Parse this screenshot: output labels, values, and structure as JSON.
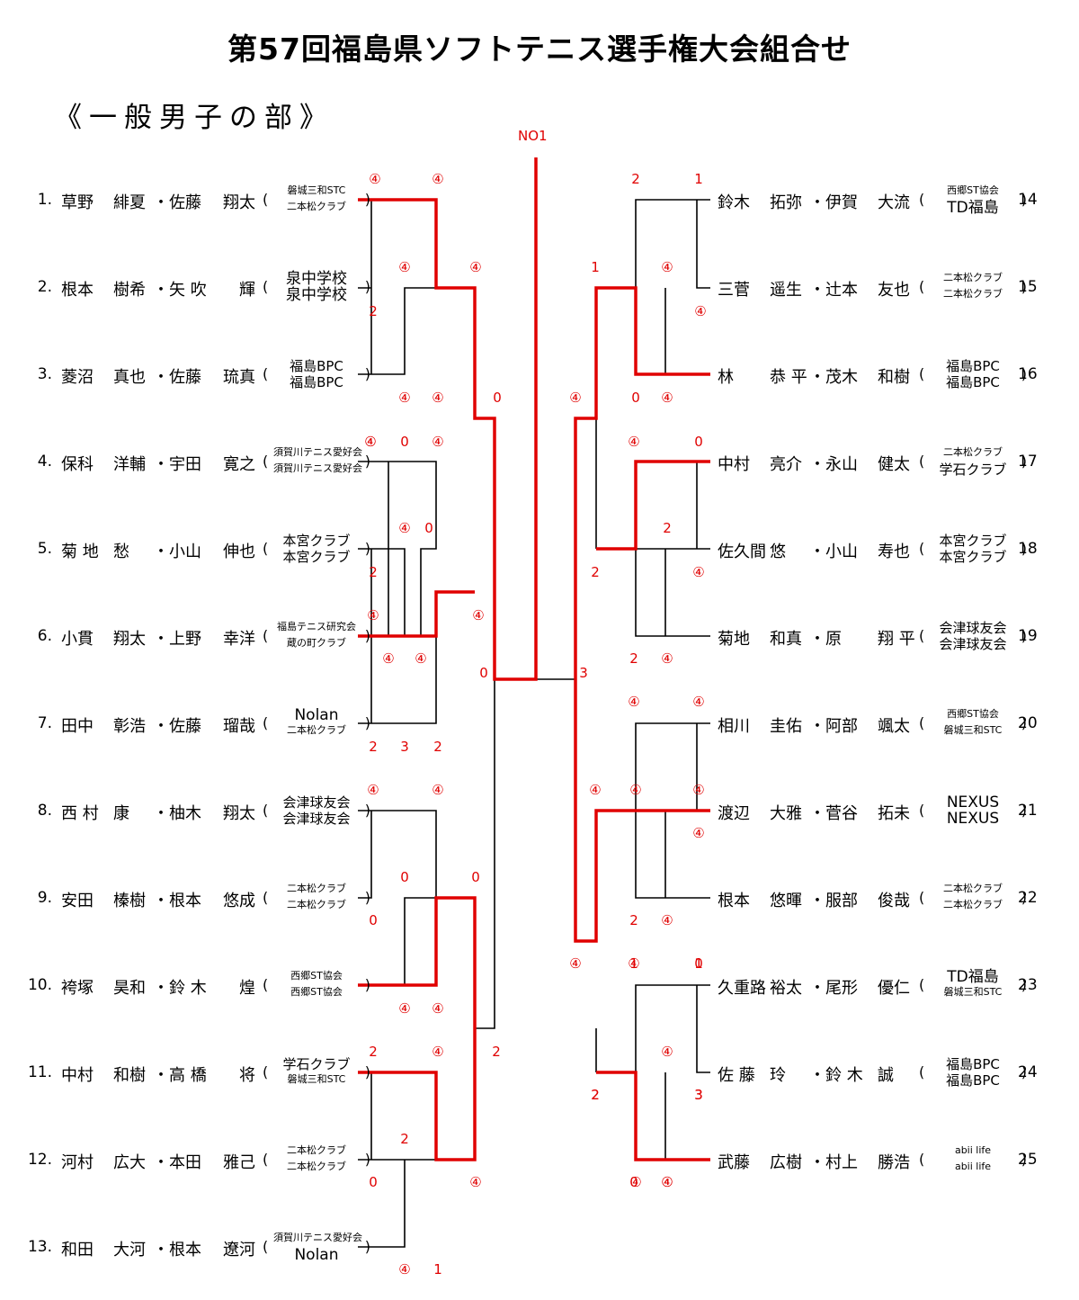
{
  "title": "第57回福島県ソフトテニス選手権大会組合せ",
  "section": "《一般男子の部》",
  "final_label": "NO1",
  "left_players": [
    {
      "num": "1.",
      "a": "草野",
      "an": "緋夏",
      "b": "佐藤",
      "bn": "翔太",
      "club1": "磐城三和STC",
      "club2": "二本松クラブ"
    },
    {
      "num": "2.",
      "a": "根本",
      "an": "樹希",
      "b": "矢 吹",
      "bn": "輝",
      "club1": "泉中学校",
      "club2": "泉中学校"
    },
    {
      "num": "3.",
      "a": "菱沼",
      "an": "真也",
      "b": "佐藤",
      "bn": "琉真",
      "club1": "福島BPC",
      "club2": "福島BPC"
    },
    {
      "num": "4.",
      "a": "保科",
      "an": "洋輔",
      "b": "宇田",
      "bn": "寛之",
      "club1": "須賀川テニス愛好会",
      "club2": "須賀川テニス愛好会"
    },
    {
      "num": "5.",
      "a": "菊 地",
      "an": "愁",
      "b": "小山",
      "bn": "伸也",
      "club1": "本宮クラブ",
      "club2": "本宮クラブ"
    },
    {
      "num": "6.",
      "a": "小貫",
      "an": "翔太",
      "b": "上野",
      "bn": "幸洋",
      "club1": "福島テニス研究会",
      "club2": "蔵の町クラブ"
    },
    {
      "num": "7.",
      "a": "田中",
      "an": "彰浩",
      "b": "佐藤",
      "bn": "瑠哉",
      "club1": "Nolan",
      "club2": "二本松クラブ"
    },
    {
      "num": "8.",
      "a": "西 村",
      "an": "康",
      "b": "柚木",
      "bn": "翔太",
      "club1": "会津球友会",
      "club2": "会津球友会"
    },
    {
      "num": "9.",
      "a": "安田",
      "an": "榛樹",
      "b": "根本",
      "bn": "悠成",
      "club1": "二本松クラブ",
      "club2": "二本松クラブ"
    },
    {
      "num": "10.",
      "a": "袴塚",
      "an": "昊和",
      "b": "鈴 木",
      "bn": "煌",
      "club1": "西郷ST協会",
      "club2": "西郷ST協会"
    },
    {
      "num": "11.",
      "a": "中村",
      "an": "和樹",
      "b": "高 橋",
      "bn": "将",
      "club1": "学石クラブ",
      "club2": "磐城三和STC"
    },
    {
      "num": "12.",
      "a": "河村",
      "an": "広大",
      "b": "本田",
      "bn": "雅己",
      "club1": "二本松クラブ",
      "club2": "二本松クラブ"
    },
    {
      "num": "13.",
      "a": "和田",
      "an": "大河",
      "b": "根本",
      "bn": "遼河",
      "club1": "須賀川テニス愛好会",
      "club2": "Nolan"
    }
  ],
  "right_players": [
    {
      "num": "14",
      "a": "鈴木",
      "an": "拓弥",
      "b": "伊賀",
      "bn": "大流",
      "club1": "西郷ST協会",
      "club2": "TD福島"
    },
    {
      "num": "15",
      "a": "三菅",
      "an": "遥生",
      "b": "辻本",
      "bn": "友也",
      "club1": "二本松クラブ",
      "club2": "二本松クラブ"
    },
    {
      "num": "16",
      "a": "林",
      "an": "恭 平",
      "b": "茂木",
      "bn": "和樹",
      "club1": "福島BPC",
      "club2": "福島BPC"
    },
    {
      "num": "17",
      "a": "中村",
      "an": "亮介",
      "b": "永山",
      "bn": "健太",
      "club1": "二本松クラブ",
      "club2": "学石クラブ"
    },
    {
      "num": "18",
      "a": "佐久間",
      "an": "悠",
      "b": "小山",
      "bn": "寿也",
      "club1": "本宮クラブ",
      "club2": "本宮クラブ"
    },
    {
      "num": "19",
      "a": "菊地",
      "an": "和真",
      "b": "原",
      "bn": "翔 平",
      "club1": "会津球友会",
      "club2": "会津球友会"
    },
    {
      "num": "20",
      "a": "相川",
      "an": "圭佑",
      "b": "阿部",
      "bn": "颯太",
      "club1": "西郷ST協会",
      "club2": "磐城三和STC"
    },
    {
      "num": "21",
      "a": "渡辺",
      "an": "大雅",
      "b": "菅谷",
      "bn": "拓未",
      "club1": "NEXUS",
      "club2": "NEXUS"
    },
    {
      "num": "22",
      "a": "根本",
      "an": "悠暉",
      "b": "服部",
      "bn": "俊哉",
      "club1": "二本松クラブ",
      "club2": "二本松クラブ"
    },
    {
      "num": "23",
      "a": "久重路",
      "an": "裕太",
      "b": "尾形",
      "bn": "優仁",
      "club1": "TD福島",
      "club2": "磐城三和STC"
    },
    {
      "num": "24",
      "a": "佐 藤",
      "an": "玲",
      "b": "鈴 木",
      "bn": "誠",
      "club1": "福島BPC",
      "club2": "福島BPC"
    },
    {
      "num": "25",
      "a": "武藤",
      "an": "広樹",
      "b": "村上",
      "bn": "勝浩",
      "club1": "abii life",
      "club2": "abii life"
    }
  ],
  "scores": [
    "④",
    "④",
    "④",
    "④",
    "2",
    "2",
    "1",
    "1",
    "④",
    "④",
    "④",
    "④",
    "0",
    "④",
    "0",
    "④",
    "④",
    "④",
    "④",
    "2",
    "0",
    "④",
    "④",
    "④",
    "④",
    "2",
    "3",
    "2",
    "④",
    "0",
    "0",
    "0",
    "0",
    "④",
    "④",
    "④",
    "④",
    "2",
    "2",
    "④",
    "0",
    "④",
    "2",
    "④",
    "1",
    "2",
    "④",
    "1",
    "3",
    "1",
    "④",
    "0",
    "④",
    "④",
    "④",
    "④",
    "④",
    "④",
    "0",
    "2",
    "2",
    "④",
    "2",
    "④",
    "④",
    "④",
    "3",
    "2",
    "④",
    "0",
    "④",
    "0",
    "2",
    "3",
    "④",
    "④"
  ],
  "colors": {
    "win_line": "#e00000",
    "line": "#000000"
  }
}
